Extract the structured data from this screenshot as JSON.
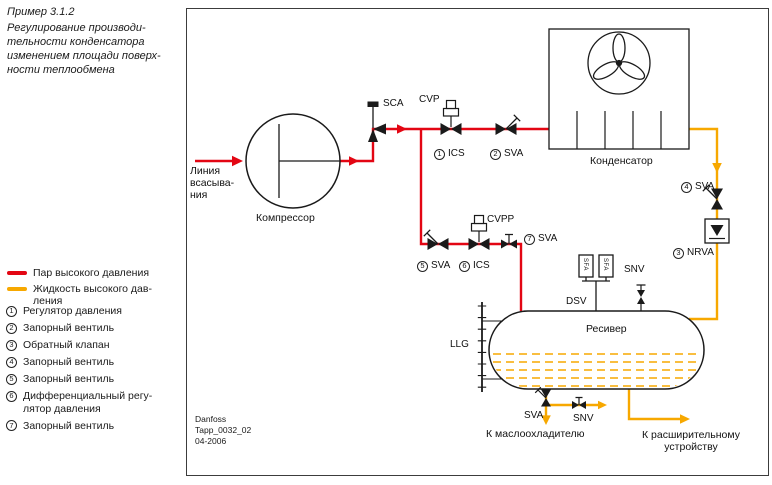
{
  "colors": {
    "vapor_line": "#e30613",
    "liquid_line": "#f7a800"
  },
  "sidebar": {
    "example_title": "Пример 3.1.2",
    "description": [
      "Регулирование производи-",
      "тельности конденсатора",
      "изменением площади поверх-",
      "ности теплообмена"
    ],
    "legend": [
      {
        "label": [
          "Пар высокого давления"
        ],
        "color": "#e30613"
      },
      {
        "label": [
          "Жидкость высокого дав-",
          "ления"
        ],
        "color": "#f7a800"
      }
    ],
    "items": [
      {
        "num": "1",
        "label": [
          "Регулятор давления"
        ]
      },
      {
        "num": "2",
        "label": [
          "Запорный вентиль"
        ]
      },
      {
        "num": "3",
        "label": [
          "Обратный клапан"
        ]
      },
      {
        "num": "4",
        "label": [
          "Запорный вентиль"
        ]
      },
      {
        "num": "5",
        "label": [
          "Запорный вентиль"
        ]
      },
      {
        "num": "6",
        "label": [
          "Дифференциальный регу-",
          "лятор давления"
        ]
      },
      {
        "num": "7",
        "label": [
          "Запорный вентиль"
        ]
      }
    ]
  },
  "diagram": {
    "suction_label": [
      "Линия",
      "всасыва-",
      "ния"
    ],
    "compressor": "Компрессор",
    "condenser": "Конденсатор",
    "receiver": "Ресивер",
    "llg": "LLG",
    "sca": "SCA",
    "cvp": "CVP",
    "cvpp": "CVPP",
    "dsv": "DSV",
    "sfa_left": "SFA",
    "sfa_right": "SFA",
    "snv_top": "SNV",
    "snv_bottom": "SNV",
    "sva_bottom": "SVA",
    "ics1": {
      "num": "1",
      "text": "ICS"
    },
    "sva2": {
      "num": "2",
      "text": "SVA"
    },
    "nrva3": {
      "num": "3",
      "text": "NRVA"
    },
    "sva4": {
      "num": "4",
      "text": "SVA"
    },
    "sva5": {
      "num": "5",
      "text": "SVA"
    },
    "ics6": {
      "num": "6",
      "text": "ICS"
    },
    "sva7": {
      "num": "7",
      "text": "SVA"
    },
    "to_oil_cooler": "К маслоохладителю",
    "to_expansion": [
      "К расширительному",
      "устройству"
    ],
    "credit": [
      "Danfoss",
      "Tapp_0032_02",
      "04-2006"
    ]
  }
}
